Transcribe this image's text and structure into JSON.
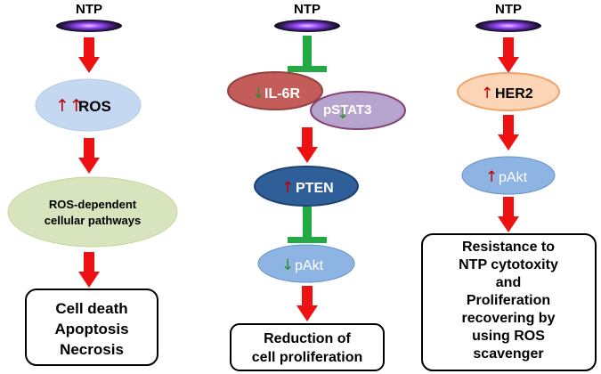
{
  "column_left": {
    "source_label": "NTP",
    "ros_arrows": "↑↑",
    "ros_label": "ROS",
    "pathways_line1": "ROS-dependent",
    "pathways_line2": "cellular pathways",
    "outcome_line1": "Cell death",
    "outcome_line2": "Apoptosis",
    "outcome_line3": "Necrosis"
  },
  "column_middle": {
    "source_label": "NTP",
    "il6r_arrow": "↓",
    "il6r_label": "IL-6R",
    "pstat3_arrow": "↓",
    "pstat3_label": "pSTAT3",
    "pten_arrow": "↑",
    "pten_label": "PTEN",
    "pakt_arrow": "↓",
    "pakt_label": "pAkt",
    "outcome_line1": "Reduction of",
    "outcome_line2": "cell proliferation"
  },
  "column_right": {
    "source_label": "NTP",
    "her2_arrow": "↑",
    "her2_label": "HER2",
    "pakt_arrow": "↑",
    "pakt_label": "pAkt",
    "outcome_line1": "Resistance to",
    "outcome_line2": "NTP cytotoxity",
    "outcome_line3": "and",
    "outcome_line4": "Proliferation",
    "outcome_line5": "recovering by",
    "outcome_line6": "using ROS",
    "outcome_line7": "scavenger"
  },
  "colors": {
    "activation_arrow": "#ee1111",
    "inhibition": "#22aa44",
    "plasma_glow": "#9b4dff"
  }
}
